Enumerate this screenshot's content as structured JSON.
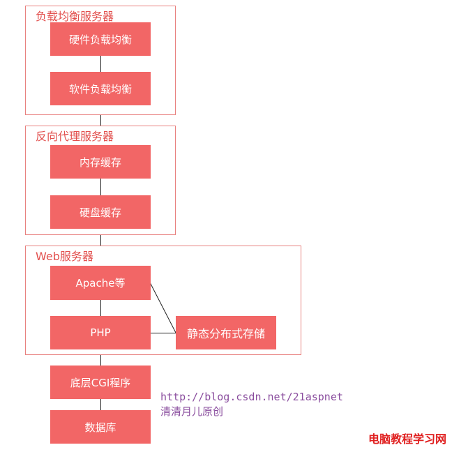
{
  "groups": {
    "load_balancer": {
      "title": "负载均衡服务器",
      "nodes": [
        "硬件负载均衡",
        "软件负载均衡"
      ]
    },
    "reverse_proxy": {
      "title": "反向代理服务器",
      "nodes": [
        "内存缓存",
        "硬盘缓存"
      ]
    },
    "web_server": {
      "title": "Web服务器",
      "nodes": [
        "Apache等",
        "PHP"
      ],
      "side_node": "静态分布式存储"
    }
  },
  "bottom_nodes": [
    "底层CGI程序",
    "数据库"
  ],
  "credits": {
    "url": "http://blog.csdn.net/21aspnet",
    "author": "清清月儿原创"
  },
  "watermark": "电脑教程学习网",
  "colors": {
    "node_fill": "#f26666",
    "group_border": "#e8817f",
    "group_title": "#e24f4d",
    "credit_text": "#8a4d9e",
    "watermark": "#e02020"
  }
}
